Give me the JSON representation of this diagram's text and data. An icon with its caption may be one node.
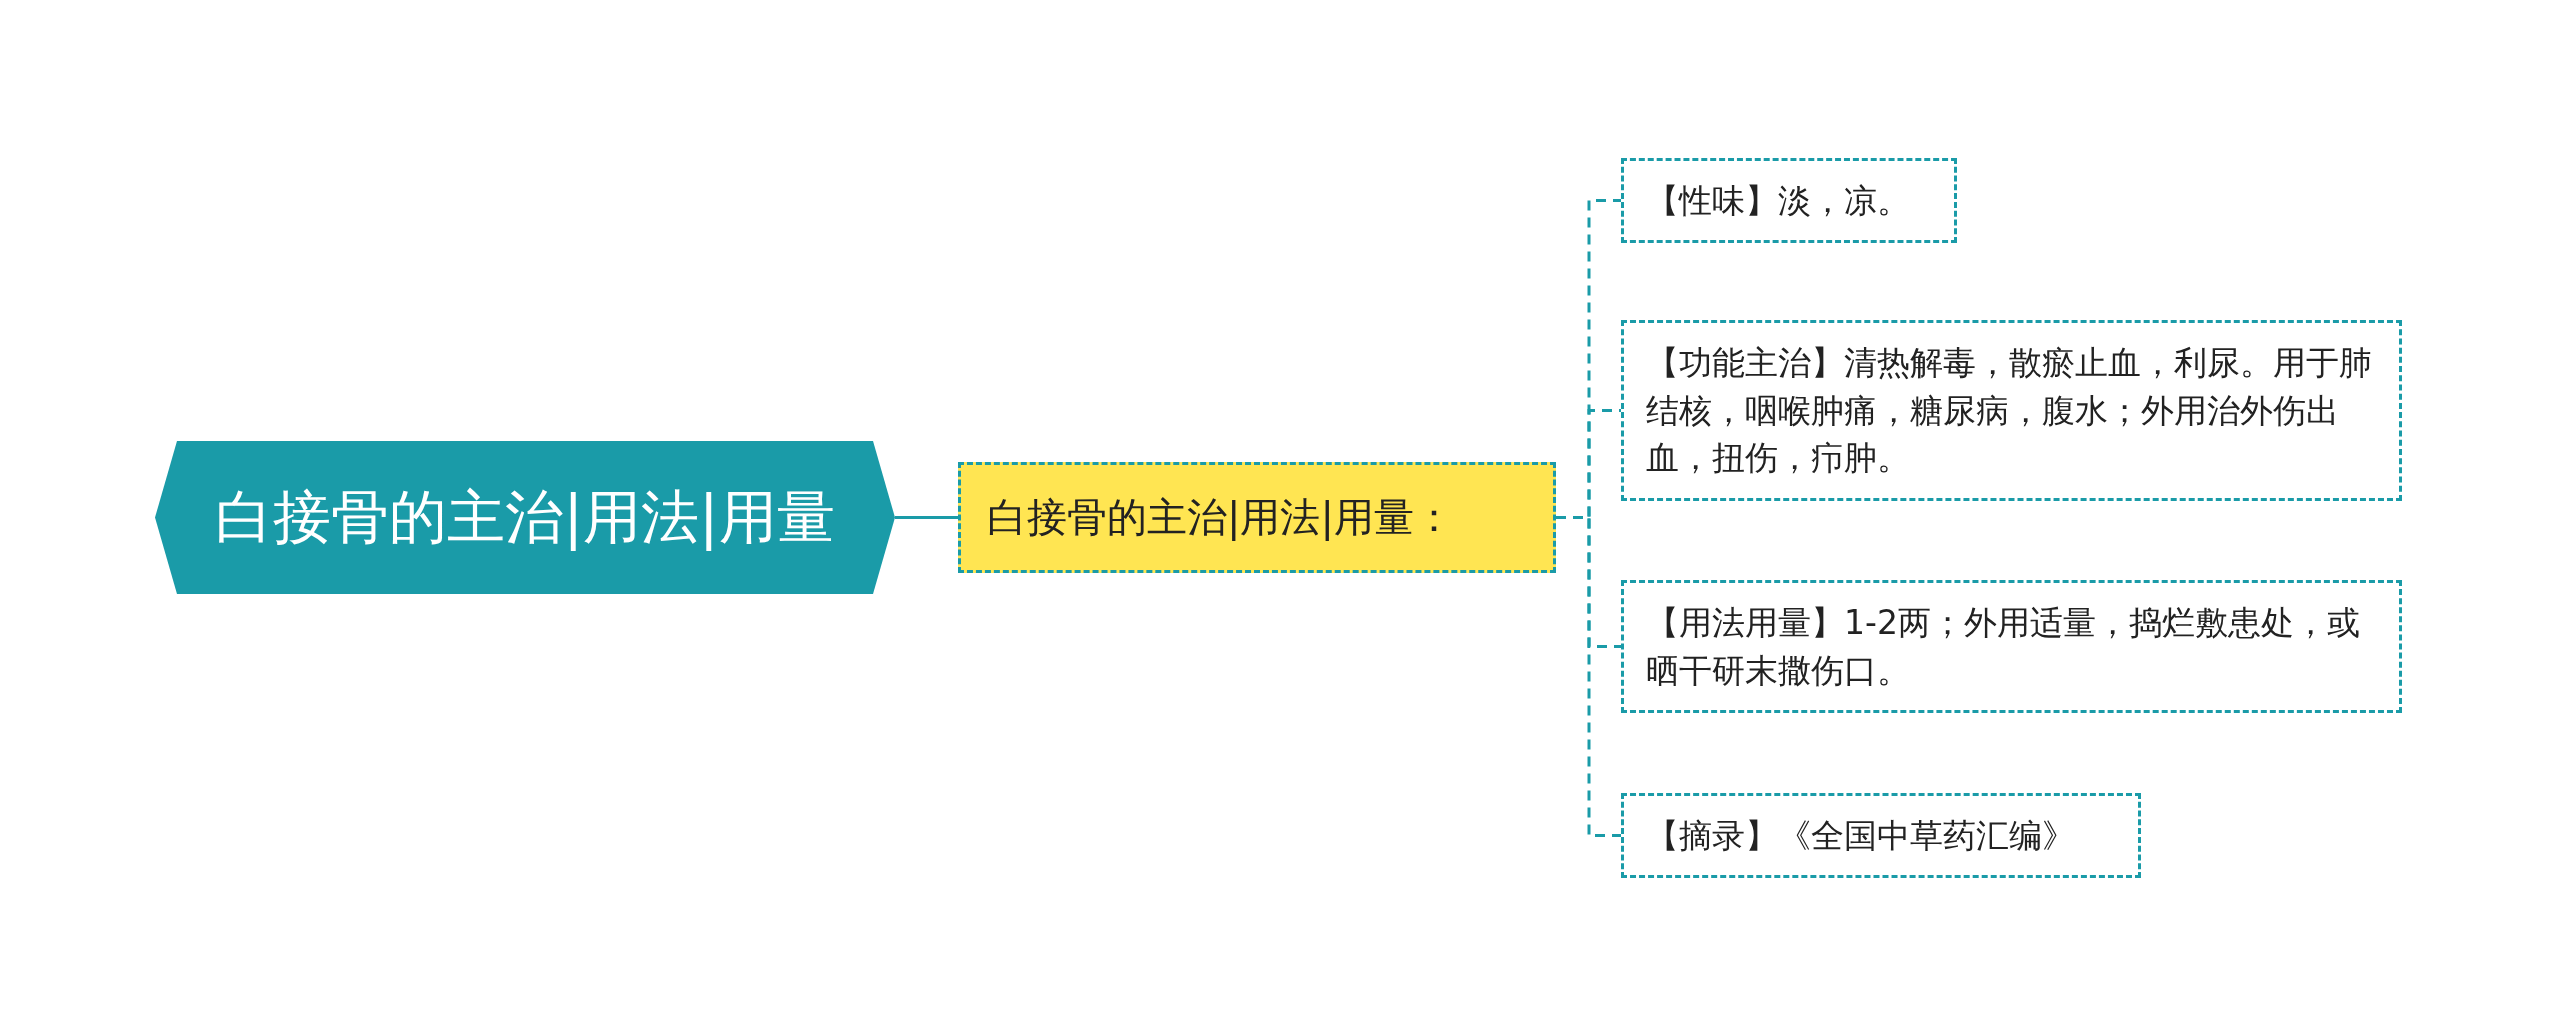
{
  "diagram": {
    "nodes": [
      {
        "text": [
          "白接骨的主治|用法|用量"
        ]
      },
      {
        "text": [
          "白接骨的主治|用法|用量："
        ]
      },
      {
        "text": [
          "【性味】淡，凉。"
        ]
      },
      {
        "text": [
          "【功能主治】清热解毒，散瘀止血，利尿。用于肺结核，咽喉肿痛，糖尿病，腹水；外用治外伤出血，扭伤，疖肿。"
        ]
      },
      {
        "text": [
          "【用法用量】1-2两；外用适量，捣烂敷患处，或晒干研末撒伤口。"
        ]
      },
      {
        "text": [
          "【摘录】《全国中草药汇编》"
        ]
      }
    ],
    "edges": [
      {
        "from": 0,
        "to": 1,
        "arrow": "none"
      },
      {
        "from": 1,
        "to": 2,
        "arrow": "none",
        "style": "dashed"
      },
      {
        "from": 1,
        "to": 3,
        "arrow": "none",
        "style": "dashed"
      },
      {
        "from": 1,
        "to": 4,
        "arrow": "none",
        "style": "dashed"
      },
      {
        "from": 1,
        "to": 5,
        "arrow": "none",
        "style": "dashed"
      }
    ]
  }
}
